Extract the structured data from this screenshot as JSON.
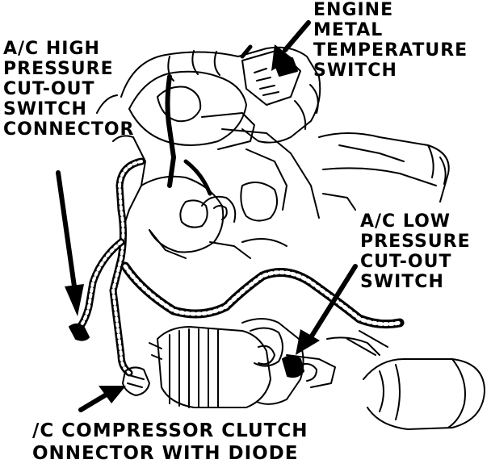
{
  "callouts": {
    "ac_high_pressure": [
      "A/C HIGH",
      "PRESSURE",
      "CUT-OUT",
      "SWITCH",
      "CONNECTOR"
    ],
    "engine_metal_temp": [
      "ENGINE",
      "METAL",
      "TEMPERATURE",
      "SWITCH"
    ],
    "ac_low_pressure": [
      "A/C LOW",
      "PRESSURE",
      "CUT-OUT",
      "SWITCH"
    ],
    "compressor_clutch": [
      "/C COMPRESSOR CLUTCH",
      "ONNECTOR WITH DIODE"
    ]
  },
  "colors": {
    "ink": "#000000",
    "paper": "#ffffff"
  }
}
